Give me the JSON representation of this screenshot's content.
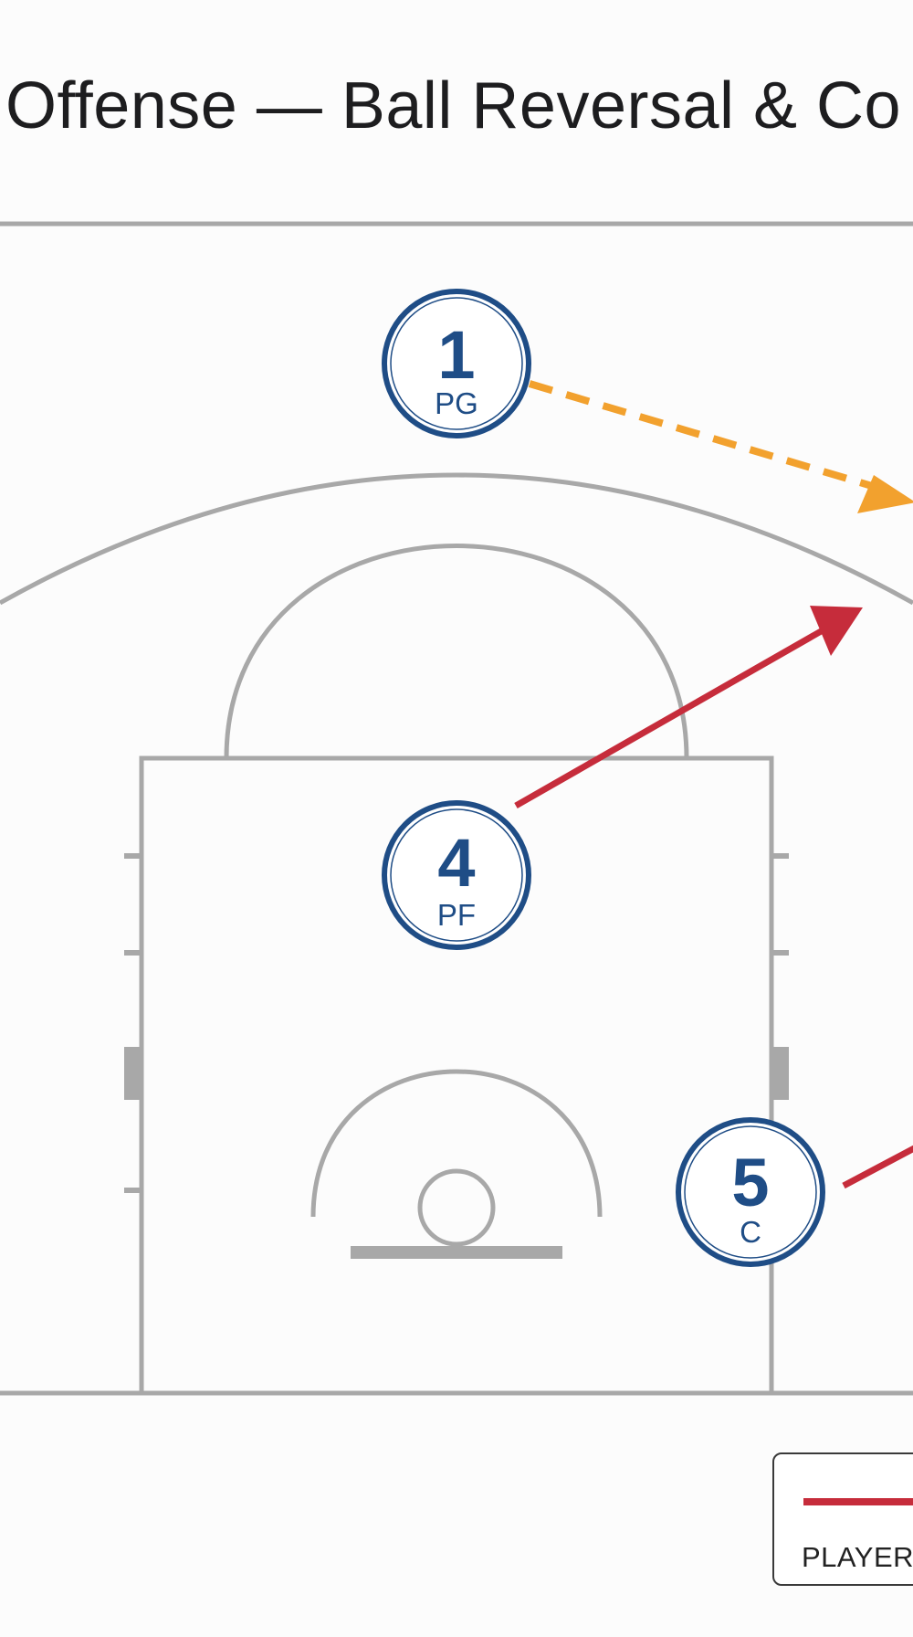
{
  "title": "Offense — Ball Reversal & Co",
  "players": [
    {
      "number": "1",
      "position": "PG"
    },
    {
      "number": "4",
      "position": "PF"
    },
    {
      "number": "5",
      "position": "C"
    }
  ],
  "legend": {
    "label": "PLAYER"
  },
  "colors": {
    "court_lines": "#a8a8a8",
    "player_circle": "#1f4d86",
    "pass_arrow": "#f2a12e",
    "cut_arrow": "#c62c3b",
    "background": "#fcfcfc"
  }
}
